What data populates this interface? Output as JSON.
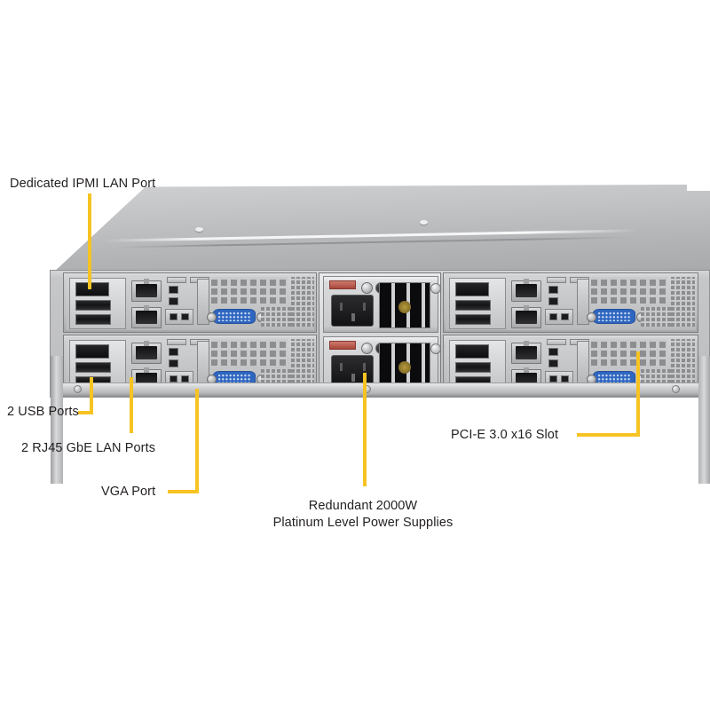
{
  "diagram": {
    "title": "Server Rear Panel Callout Diagram",
    "accent_color": "#f7c323",
    "text_color": "#231f20",
    "chassis_color": "#c3c4c6"
  },
  "callouts": [
    {
      "id": "ipmi",
      "label": "Dedicated IPMI LAN Port"
    },
    {
      "id": "usb",
      "label": "2 USB Ports"
    },
    {
      "id": "rj45",
      "label": "2 RJ45 GbE LAN Ports"
    },
    {
      "id": "vga",
      "label": "VGA Port"
    },
    {
      "id": "psu",
      "label_line1": "Redundant 2000W",
      "label_line2": "Platinum Level Power Supplies"
    },
    {
      "id": "pcie",
      "label": "PCI-E 3.0 x16 Slot"
    }
  ],
  "device": {
    "form_factor": "2U",
    "node_count": 4,
    "power_supply_count": 2,
    "ports_per_node": {
      "ipmi_lan": 1,
      "usb": 2,
      "rj45_gbe": 2,
      "vga": 1
    }
  }
}
